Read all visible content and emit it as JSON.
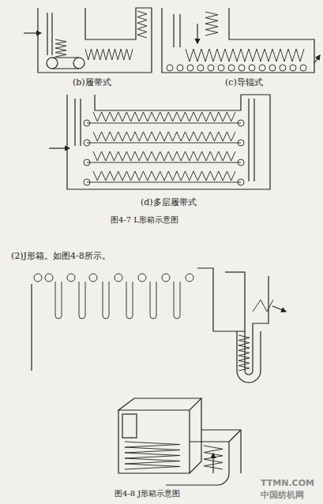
{
  "diagram": {
    "labels": [
      "(b)履带式",
      "(c)导辊式",
      "(d)多层履带式",
      "图4-7  L形箱示意图",
      "(2)J形箱。如图4-8所示。",
      "图4-8  J形箱示意图",
      "TTMN.COM",
      "中国纺机网"
    ]
  }
}
